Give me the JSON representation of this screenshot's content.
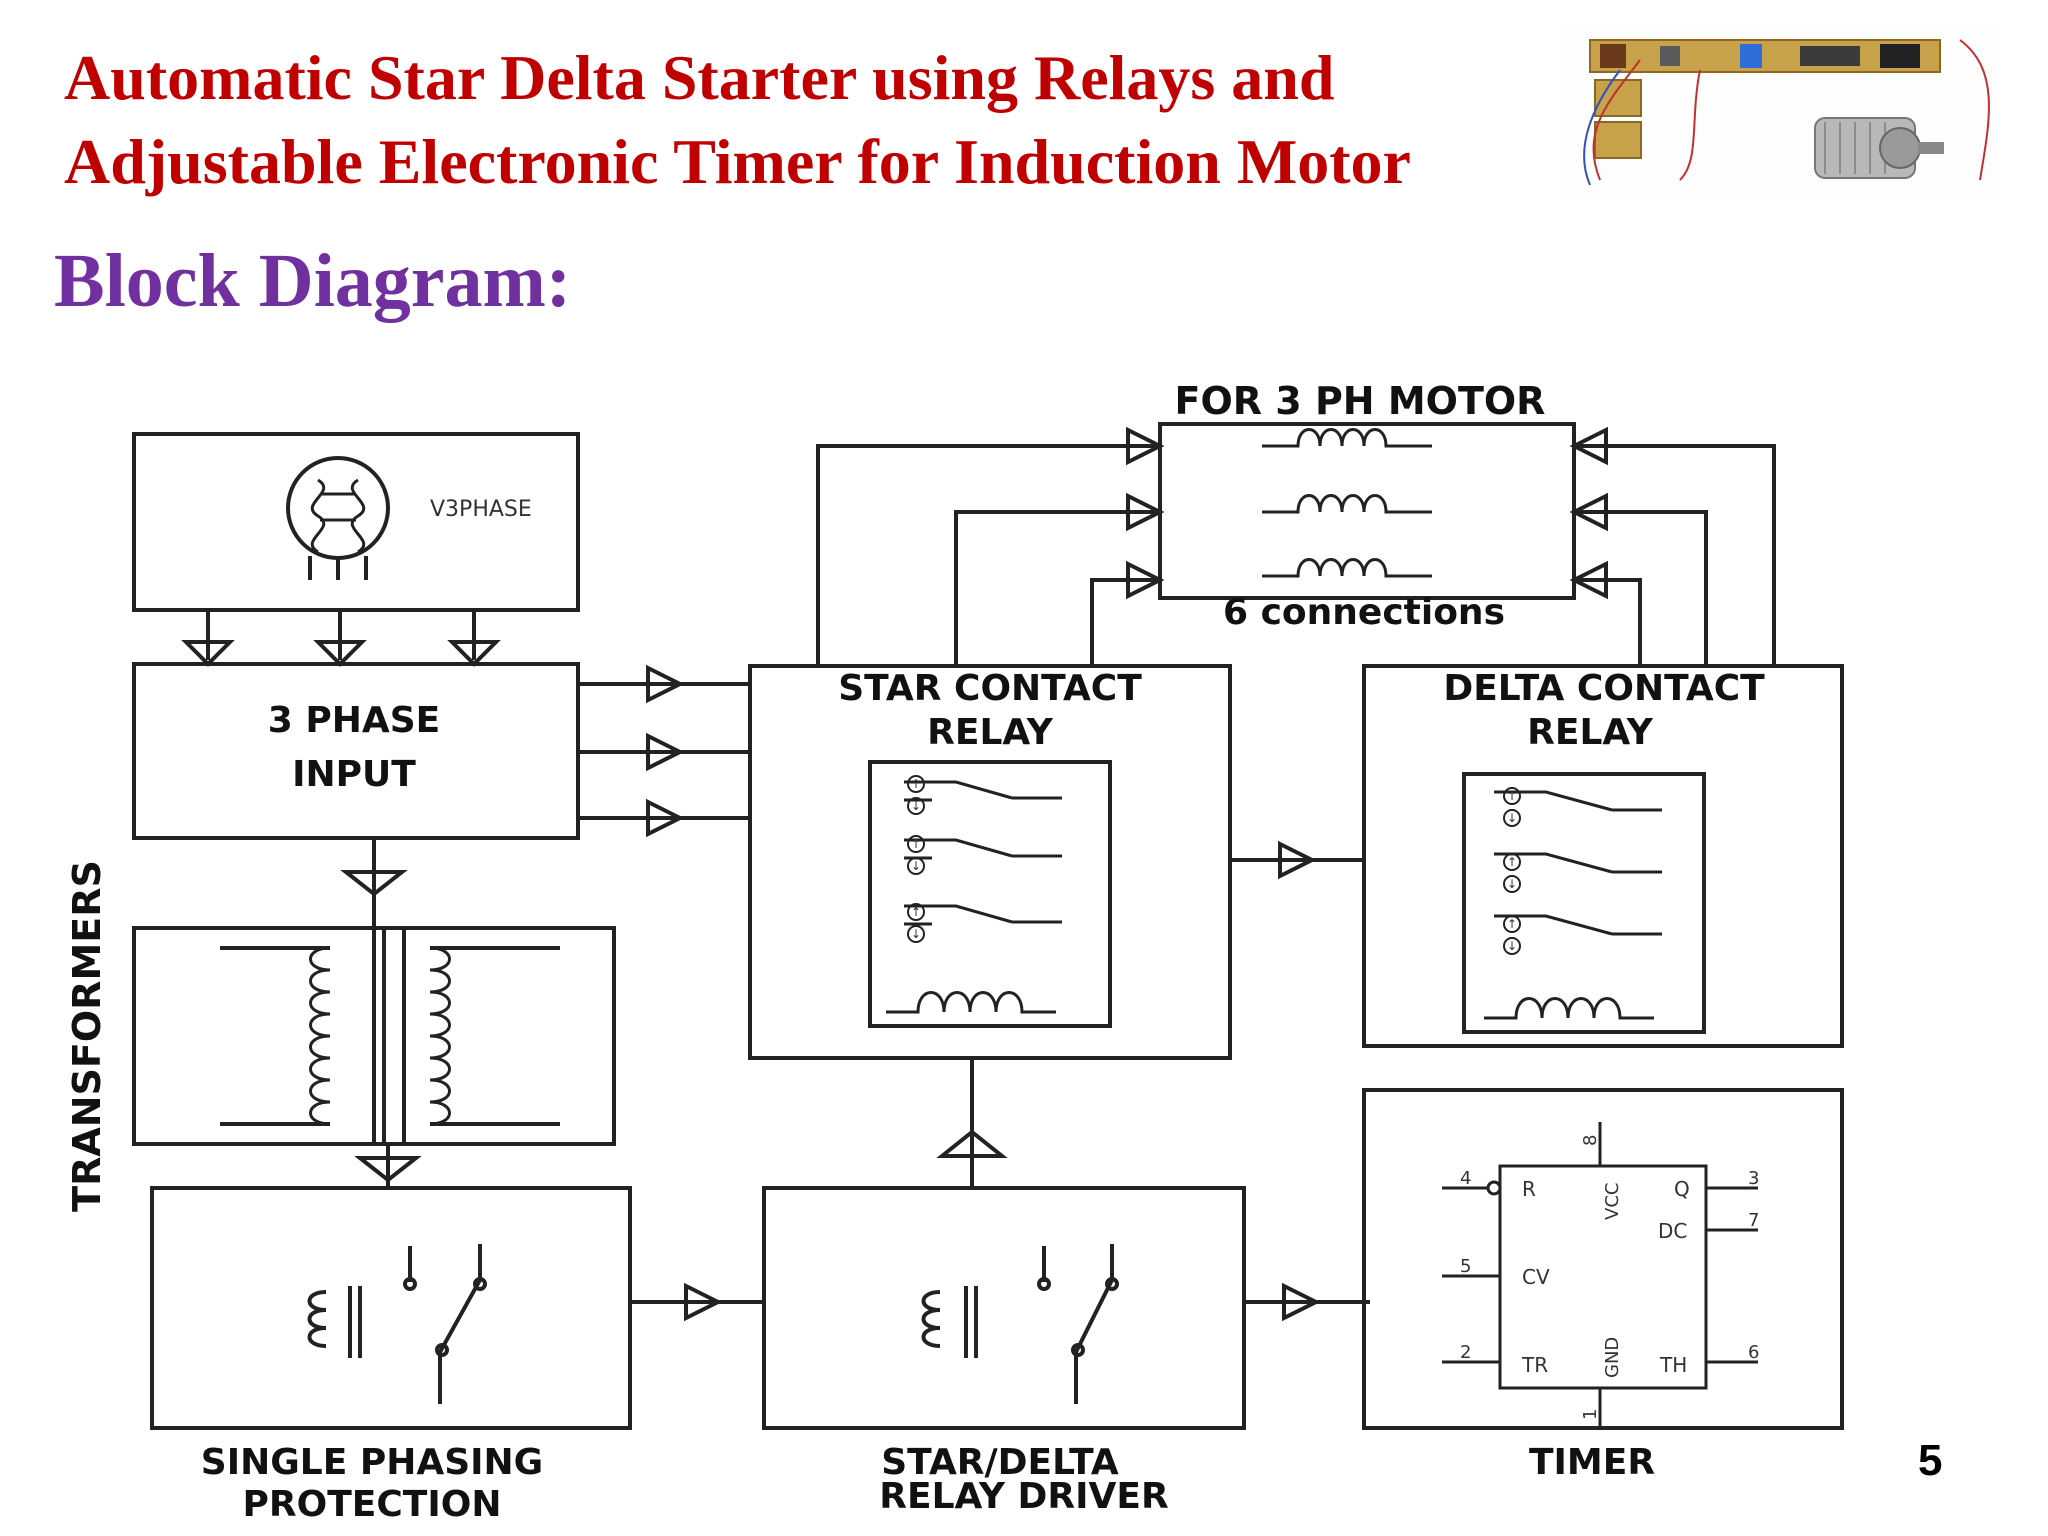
{
  "title": {
    "line1": "Automatic Star Delta Starter using Relays and",
    "line2": "Adjustable Electronic Timer for Induction Motor"
  },
  "subtitle": "Block Diagram:",
  "page_number": "5",
  "photo": {
    "description_icon": "pcb-photo-icon",
    "motor_icon": "motor-photo-icon"
  },
  "diagram": {
    "motor_label": "FOR 3 PH MOTOR",
    "motor_connections": "6 connections",
    "supply_label": "V3PHASE",
    "phase_input": [
      "3 PHASE",
      "INPUT"
    ],
    "transformers_label": "TRANSFORMERS",
    "star_relay": [
      "STAR CONTACT",
      "RELAY"
    ],
    "delta_relay": [
      "DELTA CONTACT",
      "RELAY"
    ],
    "single_phasing": [
      "SINGLE PHASING",
      "PROTECTION"
    ],
    "driver": [
      "STAR/DELTA",
      "RELAY DRIVER"
    ],
    "timer": "TIMER",
    "timer_pins": {
      "p4": "4",
      "p5": "5",
      "p2": "2",
      "p8": "8",
      "p3": "3",
      "p7": "7",
      "p6": "6",
      "p1": "1",
      "R": "R",
      "CV": "CV",
      "TR": "TR",
      "VCC": "VCC",
      "Q": "Q",
      "DC": "DC",
      "TH": "TH",
      "GND": "GND"
    }
  }
}
